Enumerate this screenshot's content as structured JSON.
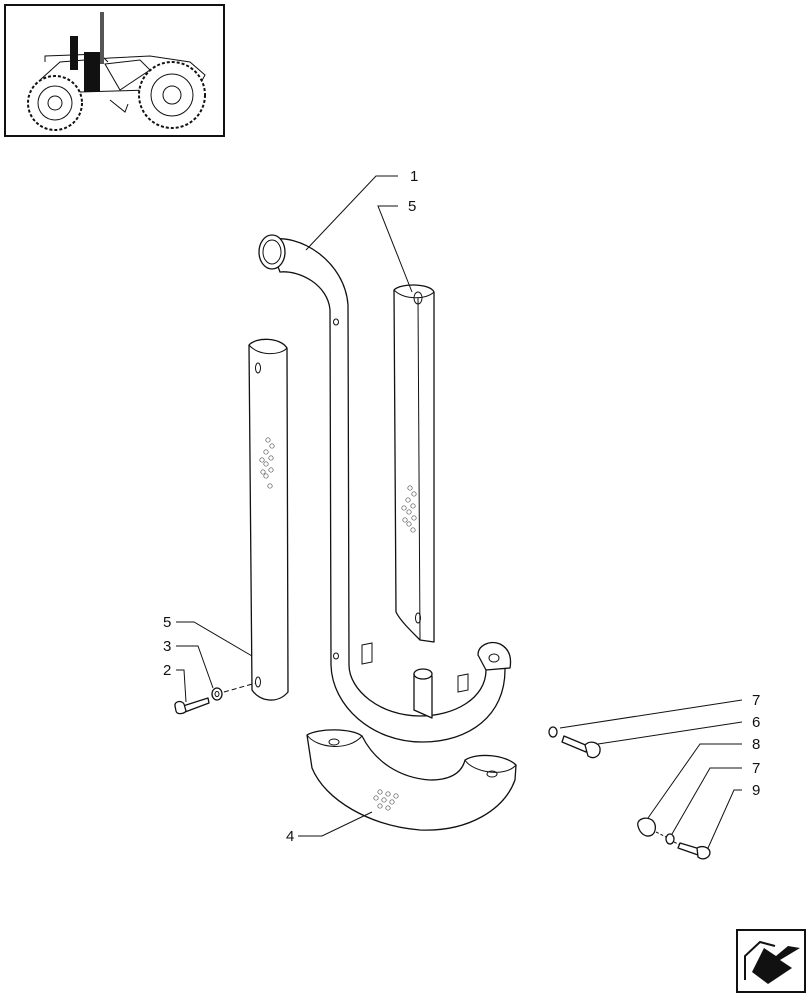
{
  "colors": {
    "line": "#111111",
    "background": "#ffffff",
    "nav_fill": "#111111"
  },
  "thumbnail": {
    "icon": "tractor-thumbnail-icon"
  },
  "nav": {
    "icon": "next-page-arrow-icon"
  },
  "callouts": [
    {
      "id": "c1",
      "label": "1"
    },
    {
      "id": "c5a",
      "label": "5"
    },
    {
      "id": "c5b",
      "label": "5"
    },
    {
      "id": "c3",
      "label": "3"
    },
    {
      "id": "c2",
      "label": "2"
    },
    {
      "id": "c7a",
      "label": "7"
    },
    {
      "id": "c6",
      "label": "6"
    },
    {
      "id": "c8",
      "label": "8"
    },
    {
      "id": "c7b",
      "label": "7"
    },
    {
      "id": "c9",
      "label": "9"
    },
    {
      "id": "c4",
      "label": "4"
    }
  ]
}
